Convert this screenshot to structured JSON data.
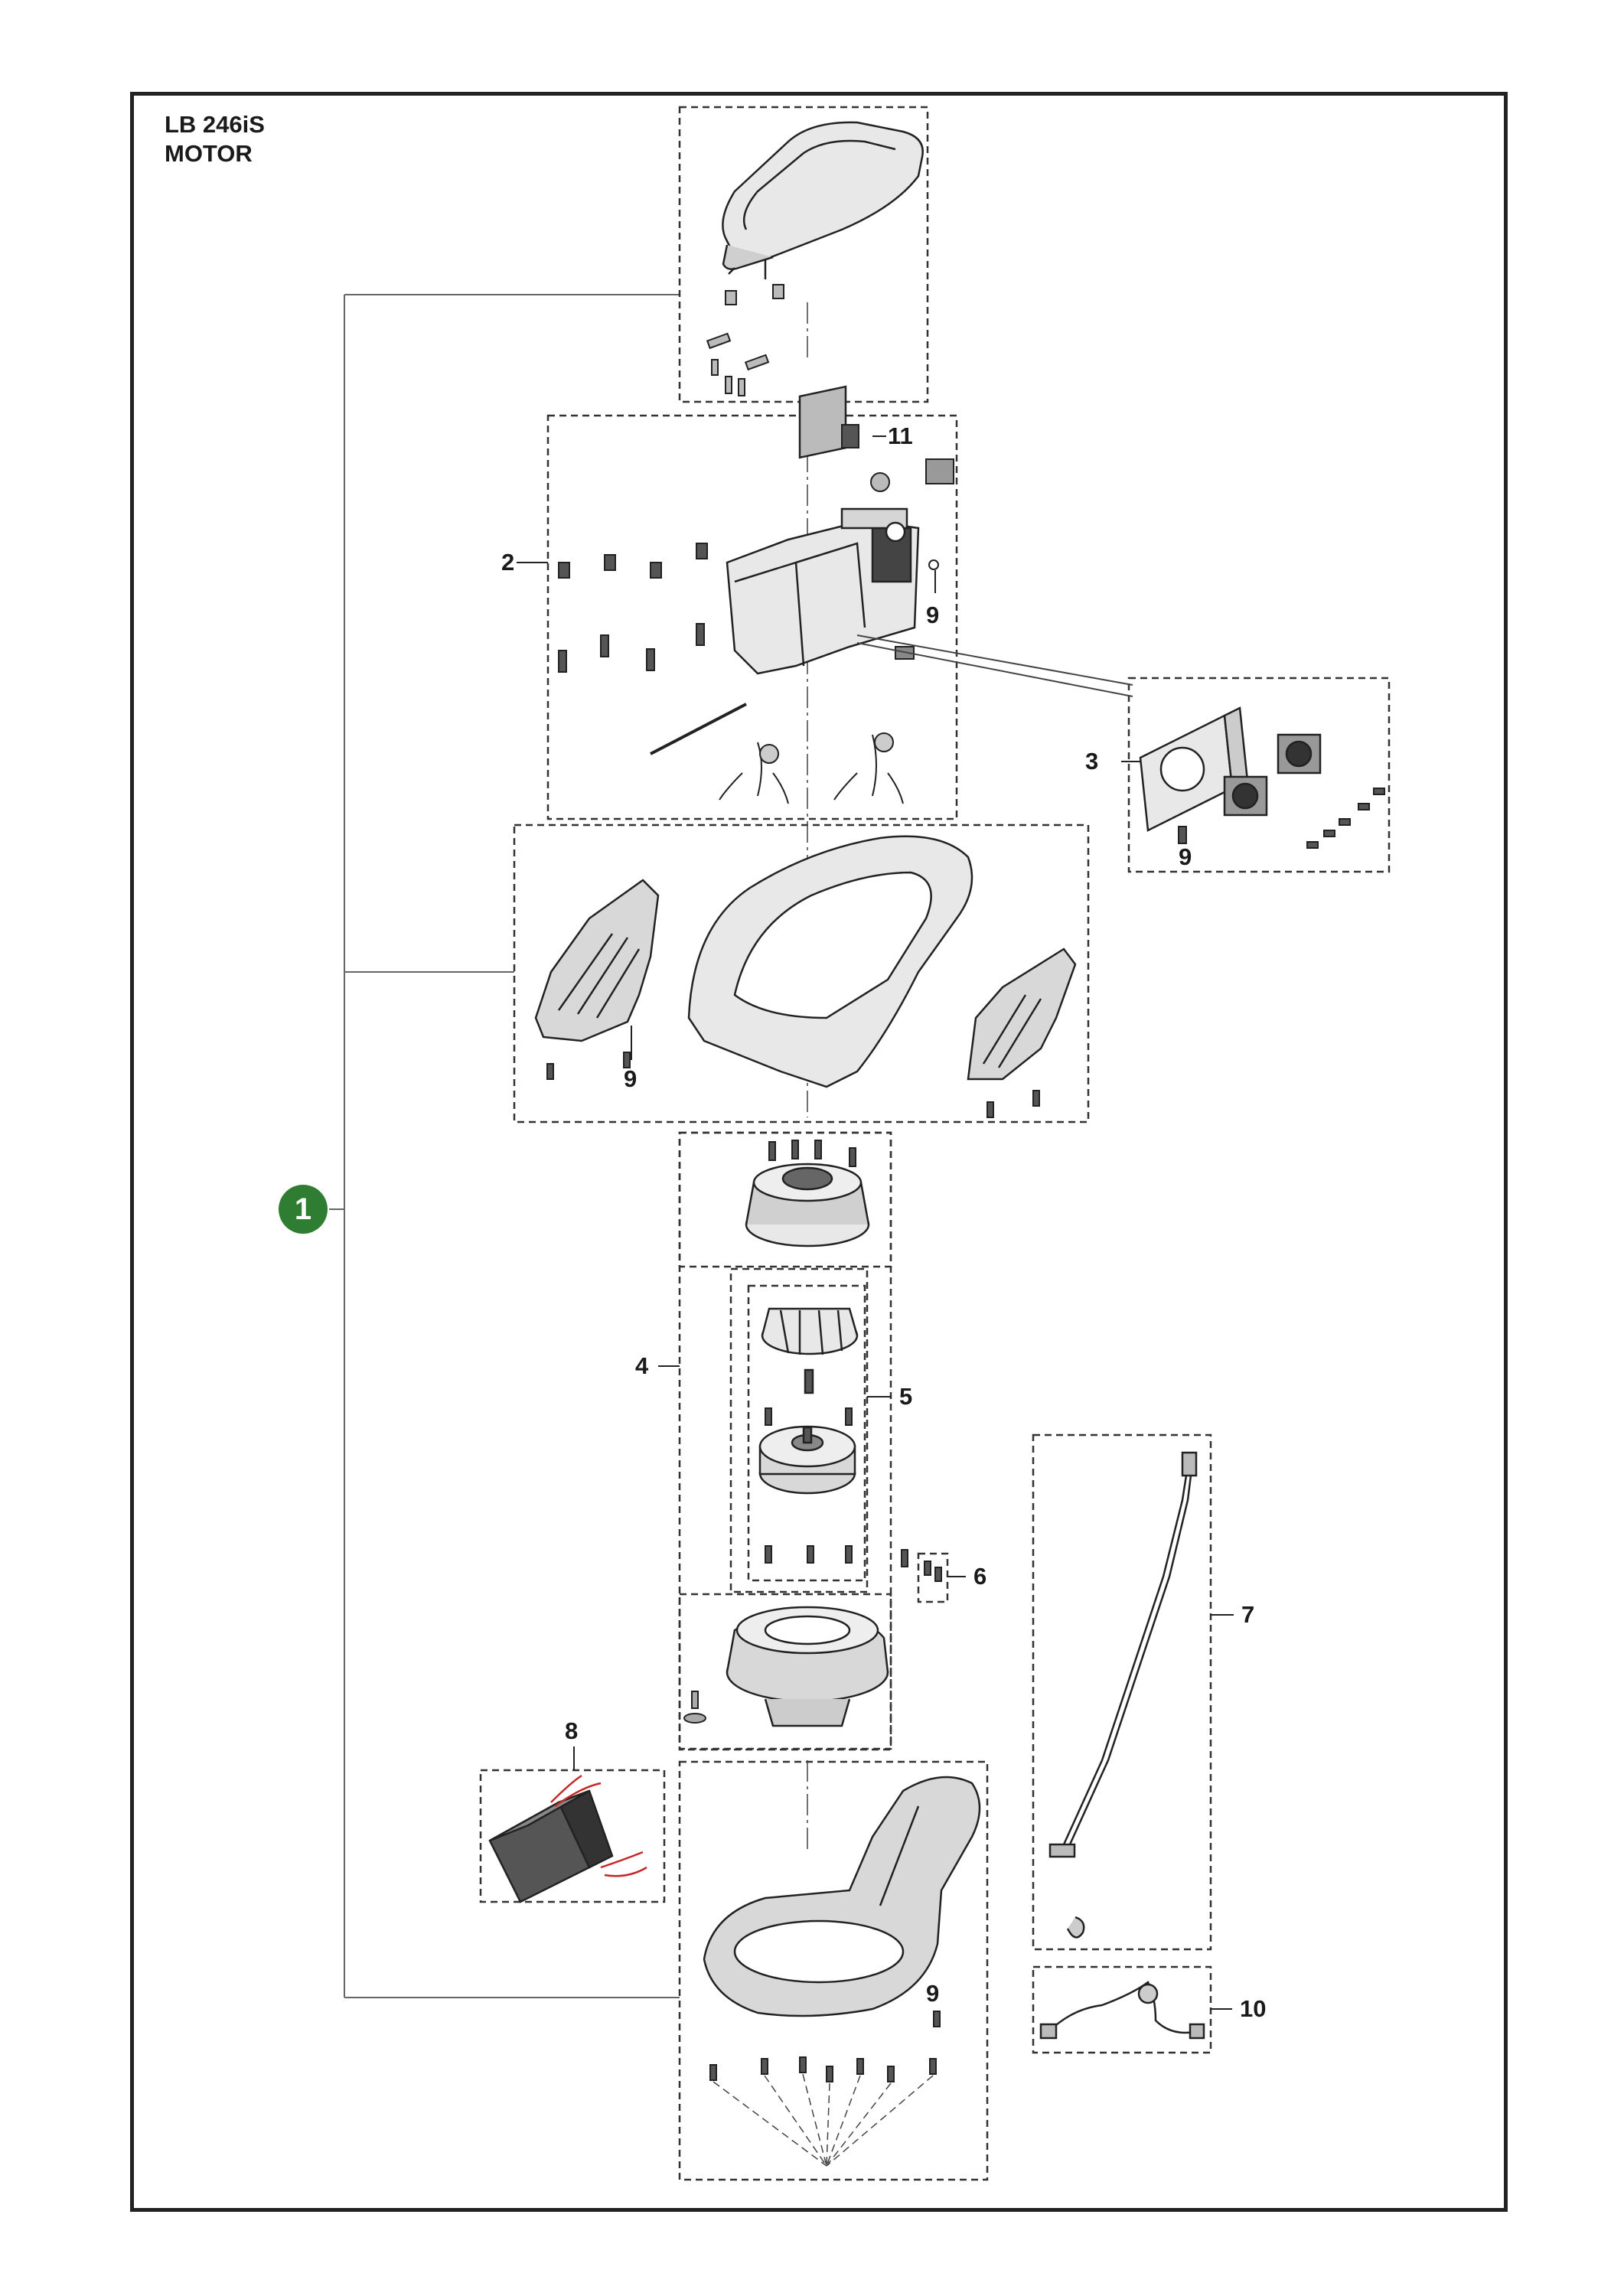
{
  "header": {
    "model": "LB 246iS",
    "section": "MOTOR"
  },
  "badge": {
    "number": "1",
    "color": "#2e7d32"
  },
  "callouts": {
    "c2": "2",
    "c3": "3",
    "c4": "4",
    "c5": "5",
    "c6": "6",
    "c7": "7",
    "c8": "8",
    "c9_bracket": "9",
    "c9_fan": "9",
    "c9_shell": "9",
    "c9_bottom": "9",
    "c10": "10",
    "c11": "11"
  },
  "colors": {
    "line": "#222222",
    "part_fill": "#e6e6e6",
    "part_dark": "#555555"
  }
}
